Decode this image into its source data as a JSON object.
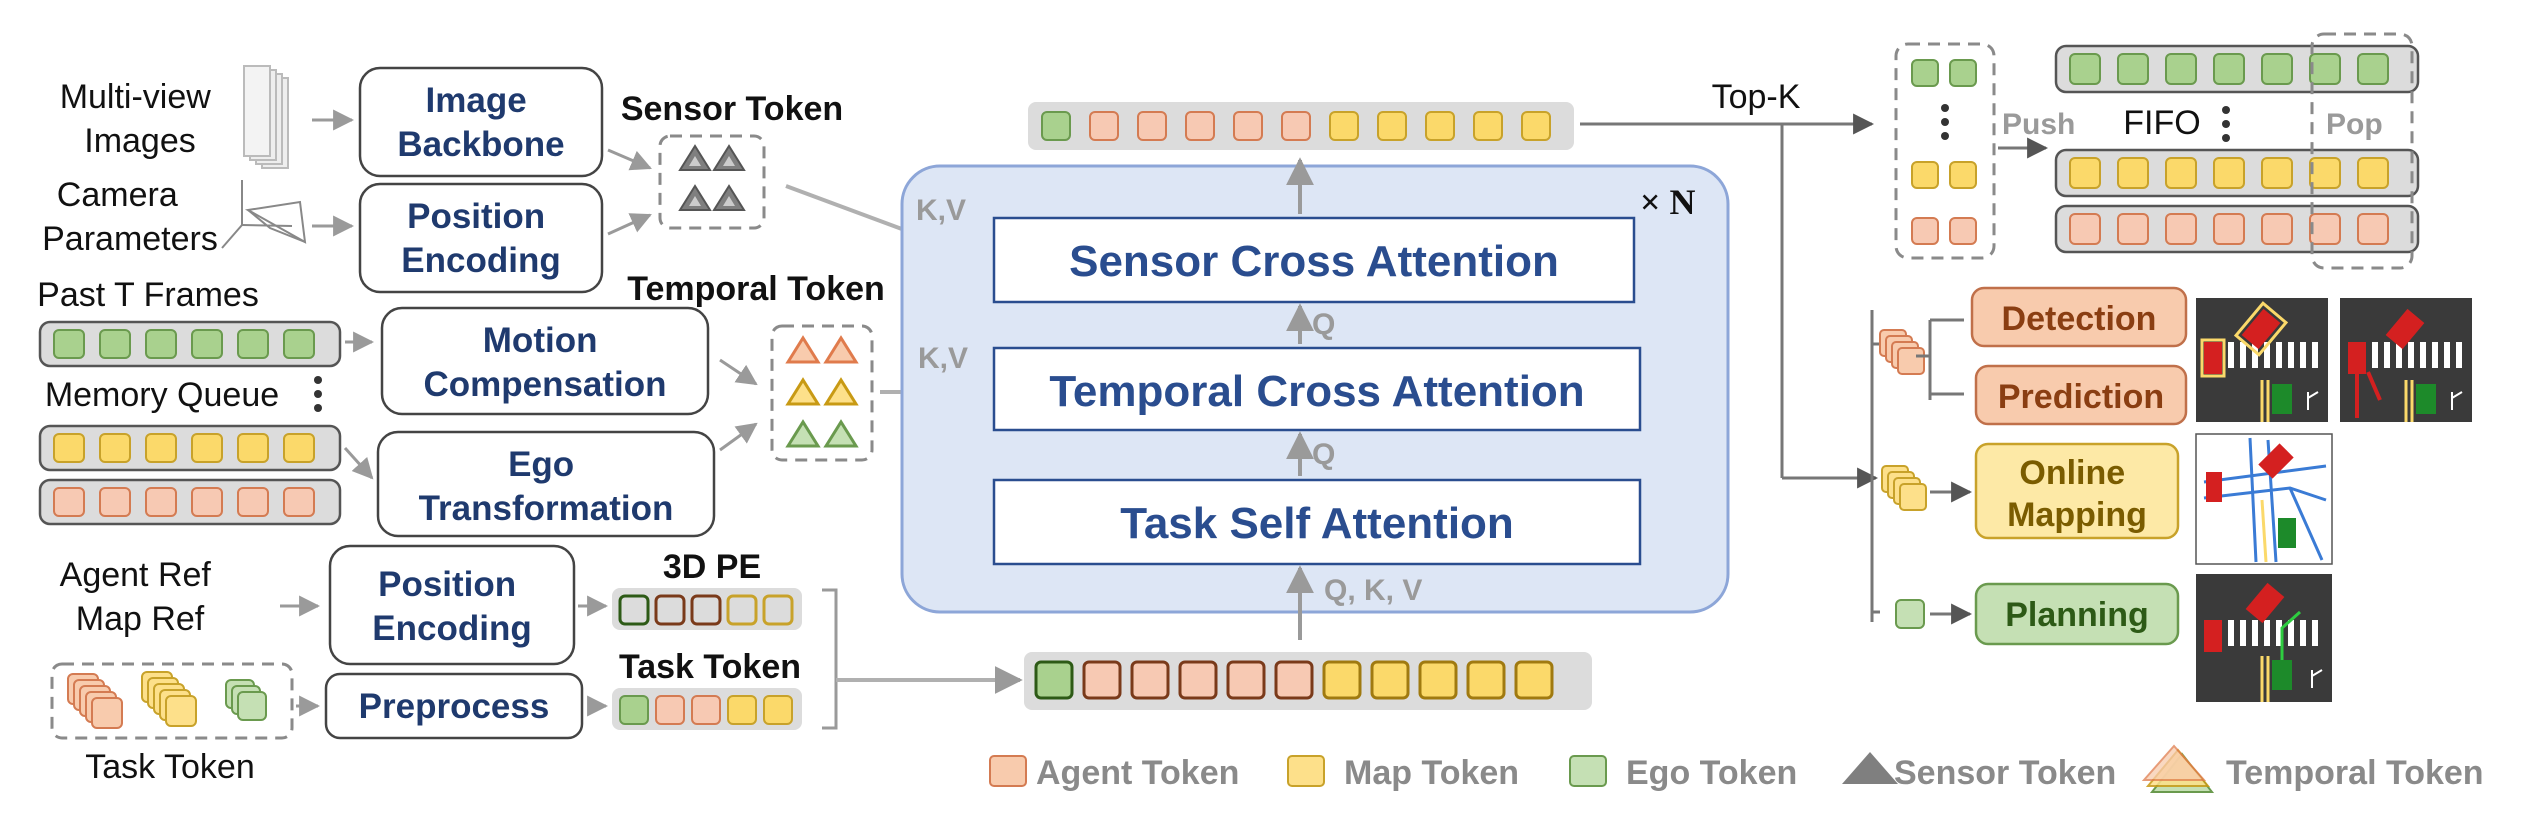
{
  "inputs": {
    "multiview": "Multi-view\nImages",
    "camera": "Camera\nParameters",
    "past_frames": "Past T Frames",
    "memory_queue": "Memory Queue",
    "agent_ref": "Agent Ref\nMap Ref",
    "task_token": "Task Token"
  },
  "modules": {
    "image_backbone": "Image\nBackbone",
    "position_encoding_1": "Position\nEncoding",
    "motion_compensation": "Motion\nCompensation",
    "ego_transformation": "Ego\nTransformation",
    "position_encoding_2": "Position\nEncoding",
    "preprocess": "Preprocess"
  },
  "token_labels": {
    "sensor_token": "Sensor Token",
    "temporal_token": "Temporal Token",
    "pe_3d": "3D PE",
    "task_token": "Task Token"
  },
  "attention": {
    "sensor_cross": "Sensor Cross Attention",
    "temporal_cross": "Temporal Cross Attention",
    "task_self": "Task Self Attention",
    "repeat": "× N",
    "kv_1": "K,V",
    "kv_2": "K,V",
    "q_1": "Q",
    "q_2": "Q",
    "qkv": "Q, K, V"
  },
  "memory": {
    "topk": "Top-K",
    "push": "Push",
    "fifo": "FIFO",
    "pop": "Pop"
  },
  "heads": {
    "detection": "Detection",
    "prediction": "Prediction",
    "online_mapping": "Online\nMapping",
    "planning": "Planning"
  },
  "legend": [
    {
      "label": "Agent Token",
      "color": "#f7c9b3"
    },
    {
      "label": "Map Token",
      "color": "#fbd96a"
    },
    {
      "label": "Ego Token",
      "color": "#a9d18e"
    },
    {
      "label": "Sensor Token",
      "color": "#7f7f7f"
    },
    {
      "label": "Temporal Token",
      "color": "#f2a57f"
    }
  ],
  "colors": {
    "agent": "#f7c9b3",
    "map": "#fbd96a",
    "ego": "#a9d18e",
    "attention_panel": "#dde6f5",
    "module_text": "#1f3a6e",
    "detection_bg": "#f8cbad",
    "mapping_bg": "#fde9a6",
    "planning_bg": "#c5e0b4"
  }
}
